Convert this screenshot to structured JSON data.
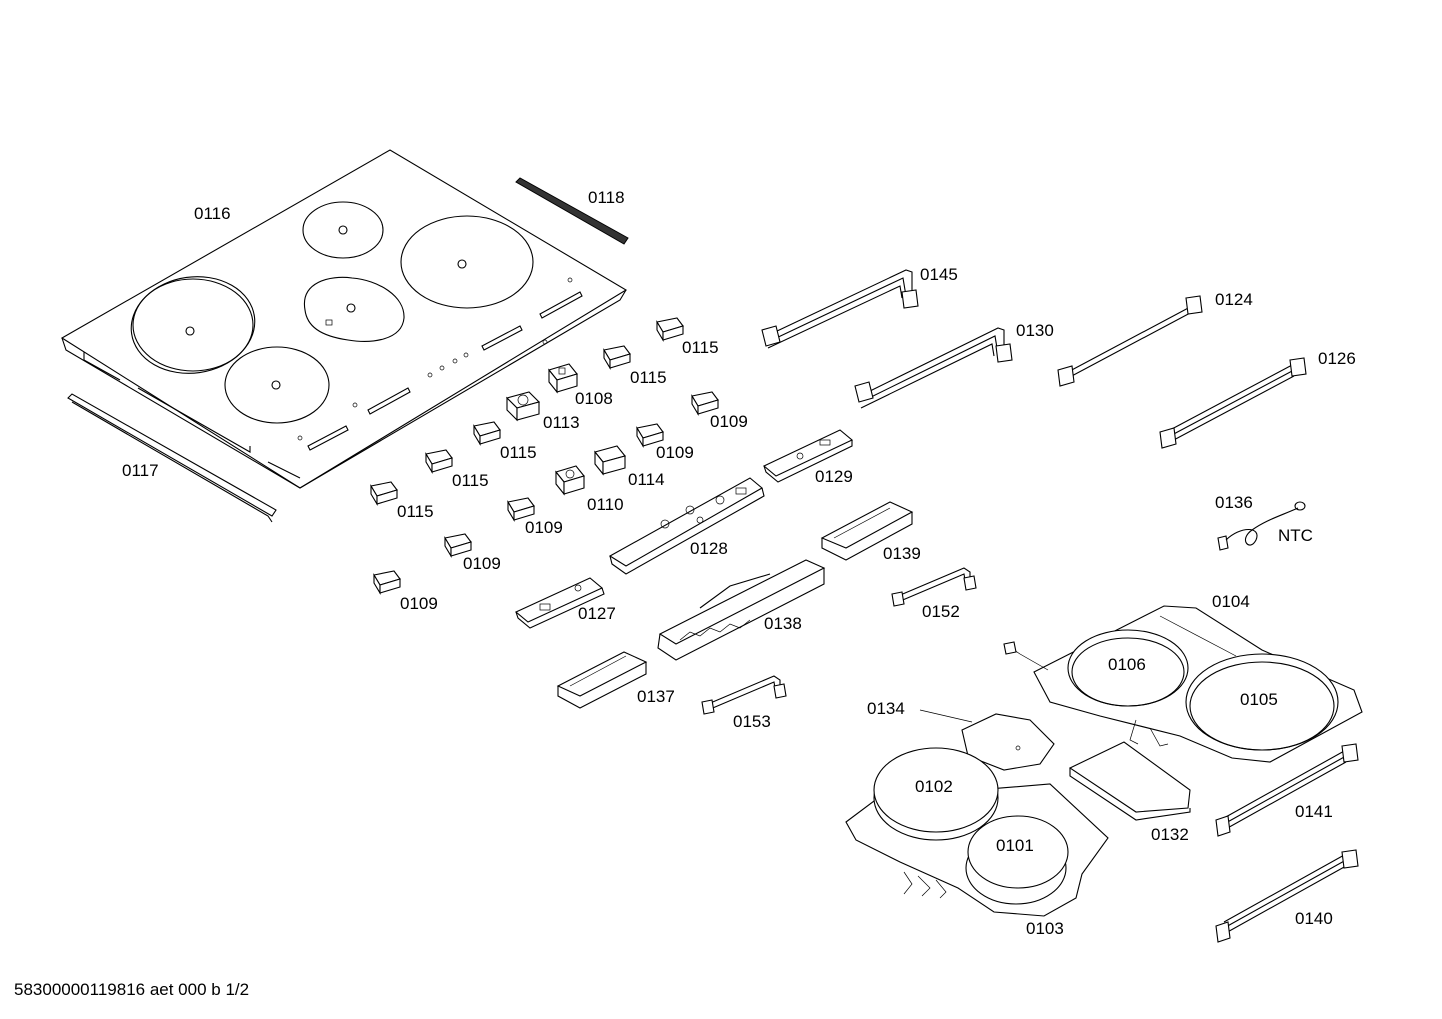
{
  "footer": "58300000119816 aet 000 b 1/2",
  "labels": {
    "p0116": "0116",
    "p0118": "0118",
    "p0117": "0117",
    "p0145": "0145",
    "p0130": "0130",
    "p0124": "0124",
    "p0126": "0126",
    "p0115a": "0115",
    "p0115b": "0115",
    "p0108": "0108",
    "p0113": "0113",
    "p0109a": "0109",
    "p0115c": "0115",
    "p0109b": "0109",
    "p0115d": "0115",
    "p0114": "0114",
    "p0110": "0110",
    "p0115e": "0115",
    "p0109c": "0109",
    "p0109d": "0109",
    "p0109e": "0109",
    "p0129": "0129",
    "p0128": "0128",
    "p0139": "0139",
    "p0127": "0127",
    "p0138": "0138",
    "p0137": "0137",
    "p0152": "0152",
    "p0153": "0153",
    "p0136": "0136",
    "ntc": "NTC",
    "p0104": "0104",
    "p0106": "0106",
    "p0105": "0105",
    "p0134": "0134",
    "p0102": "0102",
    "p0101": "0101",
    "p0141": "0141",
    "p0132": "0132",
    "p0103": "0103",
    "p0140": "0140"
  }
}
